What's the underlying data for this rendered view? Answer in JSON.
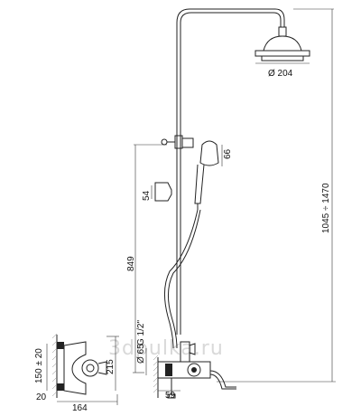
{
  "drawing": {
    "watermark": "3dpulka.ru",
    "dims": {
      "showerhead_diameter": "Ø 204",
      "total_height_range": "1045 ÷ 1470",
      "hand_shower_head": "66",
      "holder_height": "54",
      "hand_shower_height": "849",
      "thread": "G 1/2\"",
      "pipe_diameter": "Ø 65",
      "mixer_height": "215",
      "mixer_depth_ratio": "150 ± 20",
      "bottom_offset": "20",
      "mixer_width": "164",
      "outlet_offset": "59"
    }
  }
}
